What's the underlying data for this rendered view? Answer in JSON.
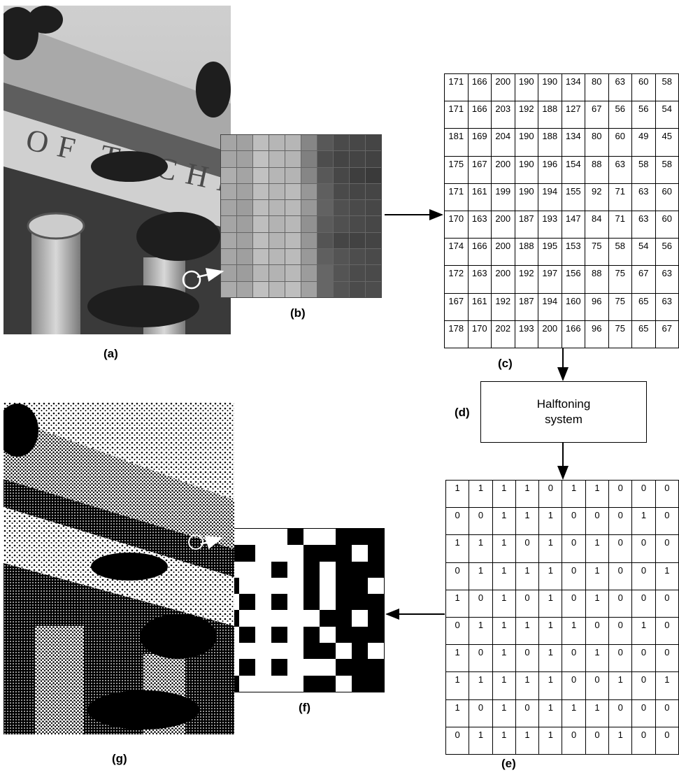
{
  "labels": {
    "a": "(a)",
    "b": "(b)",
    "c": "(c)",
    "d": "(d)",
    "e": "(e)",
    "f": "(f)",
    "g": "(g)"
  },
  "photo_inscription": "OF TECHN",
  "halftoning_box": {
    "line1": "Halftoning",
    "line2": "system"
  },
  "table_c": [
    [
      171,
      166,
      200,
      190,
      190,
      134,
      80,
      63,
      60,
      58
    ],
    [
      171,
      166,
      203,
      192,
      188,
      127,
      67,
      56,
      56,
      54
    ],
    [
      181,
      169,
      204,
      190,
      188,
      134,
      80,
      60,
      49,
      45
    ],
    [
      175,
      167,
      200,
      190,
      196,
      154,
      88,
      63,
      58,
      58
    ],
    [
      171,
      161,
      199,
      190,
      194,
      155,
      92,
      71,
      63,
      60
    ],
    [
      170,
      163,
      200,
      187,
      193,
      147,
      84,
      71,
      63,
      60
    ],
    [
      174,
      166,
      200,
      188,
      195,
      153,
      75,
      58,
      54,
      56
    ],
    [
      172,
      163,
      200,
      192,
      197,
      156,
      88,
      75,
      67,
      63
    ],
    [
      167,
      161,
      192,
      187,
      194,
      160,
      96,
      75,
      65,
      63
    ],
    [
      178,
      170,
      202,
      193,
      200,
      166,
      96,
      75,
      65,
      67
    ]
  ],
  "table_e": [
    [
      1,
      1,
      1,
      1,
      0,
      1,
      1,
      0,
      0,
      0
    ],
    [
      0,
      0,
      1,
      1,
      1,
      0,
      0,
      0,
      1,
      0
    ],
    [
      1,
      1,
      1,
      0,
      1,
      0,
      1,
      0,
      0,
      0
    ],
    [
      0,
      1,
      1,
      1,
      1,
      0,
      1,
      0,
      0,
      1
    ],
    [
      1,
      0,
      1,
      0,
      1,
      0,
      1,
      0,
      0,
      0
    ],
    [
      0,
      1,
      1,
      1,
      1,
      1,
      0,
      0,
      1,
      0
    ],
    [
      1,
      0,
      1,
      0,
      1,
      0,
      1,
      0,
      0,
      0
    ],
    [
      1,
      1,
      1,
      1,
      1,
      0,
      0,
      1,
      0,
      1
    ],
    [
      1,
      0,
      1,
      0,
      1,
      1,
      1,
      0,
      0,
      0
    ],
    [
      0,
      1,
      1,
      1,
      1,
      0,
      0,
      1,
      0,
      0
    ]
  ],
  "colors": {
    "ink": "#000000",
    "paper": "#ffffff"
  }
}
